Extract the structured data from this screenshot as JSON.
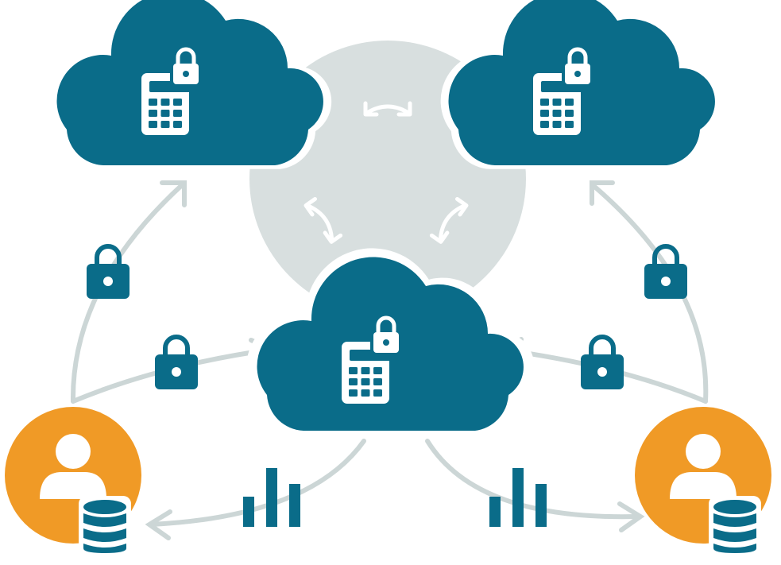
{
  "colors": {
    "teal": "#0a6c89",
    "teal_dark": "#085a72",
    "orange": "#f09a26",
    "gray_circle": "#d8dfdf",
    "arrow": "#ccd6d6",
    "white": "#ffffff"
  },
  "diagram": {
    "clouds": [
      {
        "id": "cloud-top-left",
        "icon": "calculator-lock-icon"
      },
      {
        "id": "cloud-top-right",
        "icon": "calculator-lock-icon"
      },
      {
        "id": "cloud-center",
        "icon": "calculator-lock-icon"
      }
    ],
    "users": [
      {
        "id": "user-left",
        "icons": [
          "person-icon",
          "database-icon"
        ]
      },
      {
        "id": "user-right",
        "icons": [
          "person-icon",
          "database-icon"
        ]
      }
    ],
    "locks": [
      "lock-icon",
      "lock-icon",
      "lock-icon",
      "lock-icon"
    ],
    "bar_charts": [
      "bar-chart-icon",
      "bar-chart-icon"
    ],
    "sync_arrows": [
      "swap-arrow-icon",
      "swap-arrow-icon",
      "swap-arrow-icon"
    ]
  }
}
